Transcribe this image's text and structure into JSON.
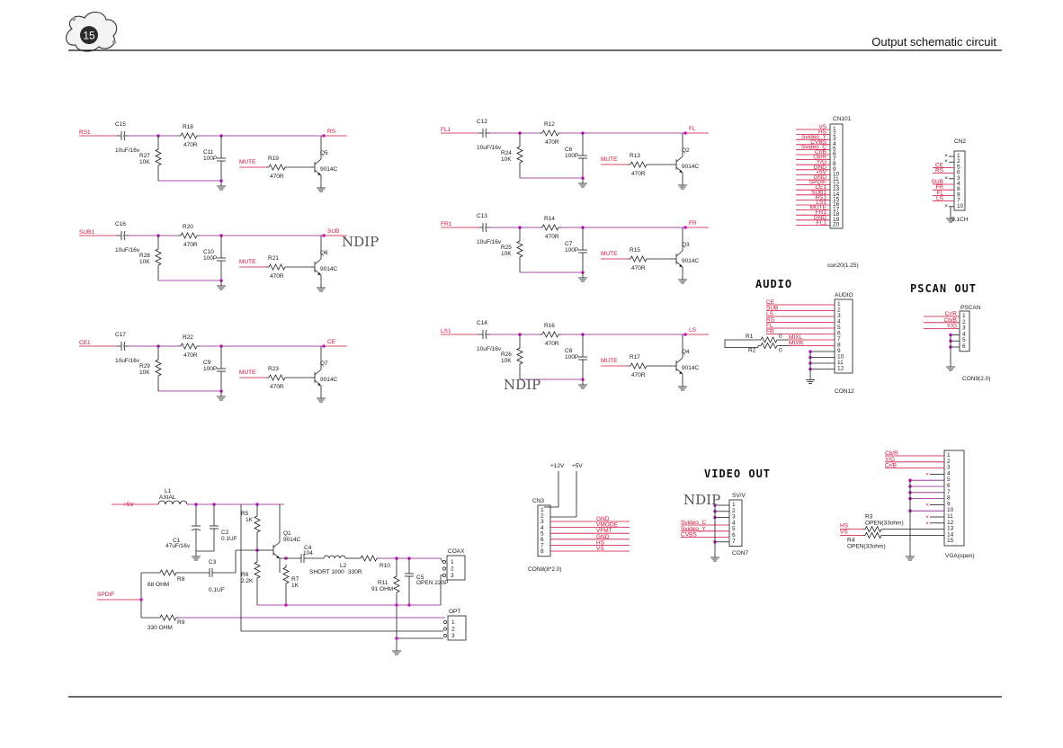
{
  "page": {
    "number": "15",
    "title": "Output schematic circuit"
  },
  "sections": {
    "audio": "AUDIO",
    "pscan": "PSCAN OUT",
    "video": "VIDEO OUT"
  },
  "watermark": "NDIP",
  "channels": [
    {
      "in": "RS1",
      "out": "RS",
      "cap": "C15",
      "capv": "10uF/16v",
      "r1": "R18",
      "r1v": "470R",
      "rpd": "R27",
      "rpdv": "10K",
      "cf": "C11",
      "cfv": "100P",
      "rb": "R19",
      "rbv": "470R",
      "q": "Q5",
      "qv": "9014C",
      "mute": "MUTE"
    },
    {
      "in": "SUB1",
      "out": "SUB",
      "cap": "C16",
      "capv": "10uF/16v",
      "r1": "R20",
      "r1v": "470R",
      "rpd": "R28",
      "rpdv": "10K",
      "cf": "C10",
      "cfv": "100P",
      "rb": "R21",
      "rbv": "470R",
      "q": "Q6",
      "qv": "9014C",
      "mute": "MUTE"
    },
    {
      "in": "CE1",
      "out": "CE",
      "cap": "C17",
      "capv": "10uF/16v",
      "r1": "R22",
      "r1v": "470R",
      "rpd": "R29",
      "rpdv": "10K",
      "cf": "C9",
      "cfv": "100P",
      "rb": "R23",
      "rbv": "470R",
      "q": "Q7",
      "qv": "9014C",
      "mute": "MUTE"
    },
    {
      "in": "FL1",
      "out": "FL",
      "cap": "C12",
      "capv": "10uF/16v",
      "r1": "R12",
      "r1v": "470R",
      "rpd": "R24",
      "rpdv": "10K",
      "cf": "C6",
      "cfv": "100P",
      "rb": "R13",
      "rbv": "470R",
      "q": "Q2",
      "qv": "9014C",
      "mute": "MUTE"
    },
    {
      "in": "FR1",
      "out": "FR",
      "cap": "C13",
      "capv": "10uF/16v",
      "r1": "R14",
      "r1v": "470R",
      "rpd": "R25",
      "rpdv": "10K",
      "cf": "C7",
      "cfv": "100P",
      "rb": "R15",
      "rbv": "470R",
      "q": "Q3",
      "qv": "9014C",
      "mute": "MUTE"
    },
    {
      "in": "LS1",
      "out": "LS",
      "cap": "C14",
      "capv": "10uF/16v",
      "r1": "R16",
      "r1v": "470R",
      "rpd": "R26",
      "rpdv": "10K",
      "cf": "C8",
      "cfv": "100P",
      "rb": "R17",
      "rbv": "470R",
      "q": "Q4",
      "qv": "9014C",
      "mute": "MUTE"
    }
  ],
  "cn101": {
    "name": "CN101",
    "footer": "con20(1.25)",
    "signals": [
      "VS",
      "HS",
      "Svideo_Y",
      "CVBS",
      "Svideo_C",
      "Cr/B",
      "Cb/R",
      "Y/G",
      "GND",
      "+5V",
      "GND",
      "SPDIF",
      "CE1",
      "SUB1",
      "RS1",
      "LS1",
      "MUTE",
      "FR1",
      "GND",
      "FL1"
    ],
    "pins": [
      "1",
      "2",
      "3",
      "4",
      "5",
      "6",
      "7",
      "8",
      "9",
      "10",
      "11",
      "12",
      "13",
      "14",
      "15",
      "16",
      "17",
      "18",
      "19",
      "20"
    ]
  },
  "cn2": {
    "name": "CN2",
    "footer": "5.1CH",
    "signals": [
      "",
      "",
      "CE",
      "RS",
      "",
      "SUB",
      "FR",
      "FL",
      "LS",
      ""
    ],
    "pins": [
      "1",
      "2",
      "5",
      "6",
      "3",
      "4",
      "8",
      "9",
      "7",
      "10"
    ]
  },
  "audio": {
    "name": "AUDIO",
    "footer": "CON12",
    "signals": [
      "CE",
      "SUB",
      "LS",
      "RS",
      "FL",
      "FR"
    ],
    "pins": [
      "1",
      "2",
      "3",
      "4",
      "5",
      "6",
      "7",
      "8",
      "9",
      "10",
      "11",
      "12"
    ],
    "mix": [
      "MIXL",
      "MIXR"
    ],
    "r1": "R1",
    "r1v": "0",
    "r2": "R2",
    "r2v": "0"
  },
  "pscan": {
    "name": "PSCAN",
    "footer": "CON9(2.0)",
    "signals": [
      "Cr/R",
      "Cb/B",
      "Y/G"
    ],
    "pins": [
      "1",
      "2",
      "3",
      "4",
      "5",
      "6"
    ]
  },
  "svv": {
    "name": "SV/V",
    "footer": "CON7",
    "signals": [
      "Svideo_C",
      "Svideo_Y",
      "CVBS"
    ],
    "pins": [
      "1",
      "2",
      "3",
      "4",
      "5",
      "6",
      "7"
    ]
  },
  "vga": {
    "name": "VGA(open)",
    "signals": [
      "Cb/R",
      "Y/G",
      "Cr/B"
    ],
    "pins": [
      "1",
      "2",
      "3",
      "4",
      "5",
      "6",
      "7",
      "8",
      "9",
      "10",
      "11",
      "12",
      "13",
      "14",
      "15"
    ],
    "hs": "HS",
    "vs": "VS",
    "r3": "R3",
    "r3v": "OPEN(33ohm)",
    "r4": "R4",
    "r4v": "OPEN(33ohm)"
  },
  "cn3": {
    "name": "CN3",
    "footer": "CON8(8*2.0)",
    "v12": "+12V",
    "v5": "+5V",
    "signals": [
      "GND",
      "VMODE",
      "VFMT",
      "GND",
      "HS",
      "VS"
    ],
    "pins": [
      "1",
      "2",
      "3",
      "4",
      "5",
      "6",
      "7",
      "8"
    ]
  },
  "spdif": {
    "v5": "+5V",
    "input": "SPDIF",
    "L1": "L1",
    "L1v": "AXIAL",
    "C1": "C1",
    "C1v": "47uF/16v",
    "C2": "C2",
    "C2v": "0.1UF",
    "C3": "C3",
    "C3v": "0.1UF",
    "R8": "R8",
    "R8v": "68 OHM",
    "R9": "R9",
    "R9v": "330 OHM",
    "R5": "R5",
    "R5v": "1K",
    "R6": "R6",
    "R6v": "2.2K",
    "R7": "R7",
    "R7v": "1K",
    "Q1": "Q1",
    "Q1v": "9014C",
    "C4": "C4",
    "C4v": "104",
    "L2": "L2",
    "L2v": "SHORT 1000",
    "R10": "R10",
    "R10v": "330R",
    "R11": "R11",
    "R11v": "91 OHM",
    "C5": "C5",
    "C5v": "OPEN  220P",
    "coax": "COAX",
    "opt": "OPT",
    "pins": [
      "1",
      "2",
      "3"
    ]
  }
}
